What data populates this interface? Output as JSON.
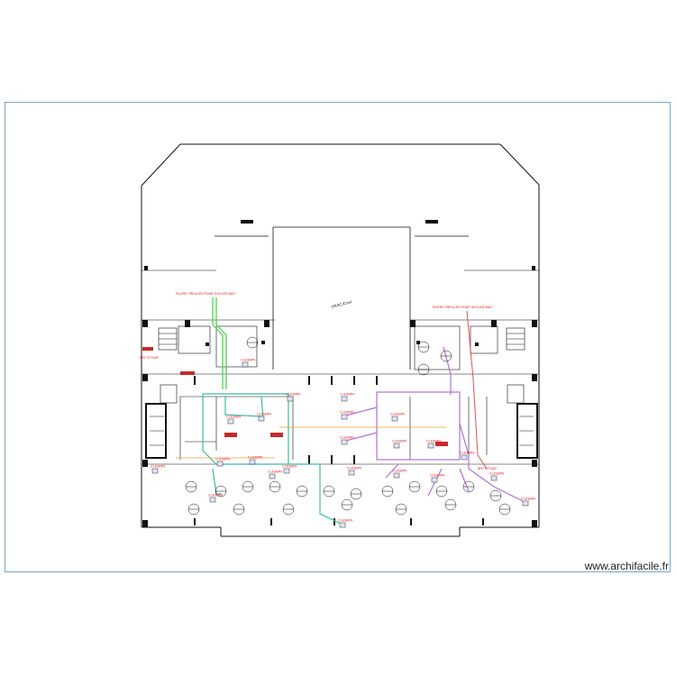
{
  "watermark": "www.archifacile.fr",
  "plan": {
    "zone_label": "VRAC/Cour",
    "note_left": "FILERS TREILLES POUR SOCLES BAIT",
    "note_right": "FILERS TREILLES POUR SOCLES BAIT",
    "socket_label": "CLESBP9",
    "box_label": "BRT DTOUR",
    "colors": {
      "wall": "#111111",
      "note_red": "#e01010",
      "cable_green": "#5fd35f",
      "cable_teal": "#3fb8a8",
      "cable_purple": "#b070d8",
      "cable_red": "#e05050",
      "cable_orange": "#f0a030",
      "frame": "#7aa7c7"
    }
  }
}
